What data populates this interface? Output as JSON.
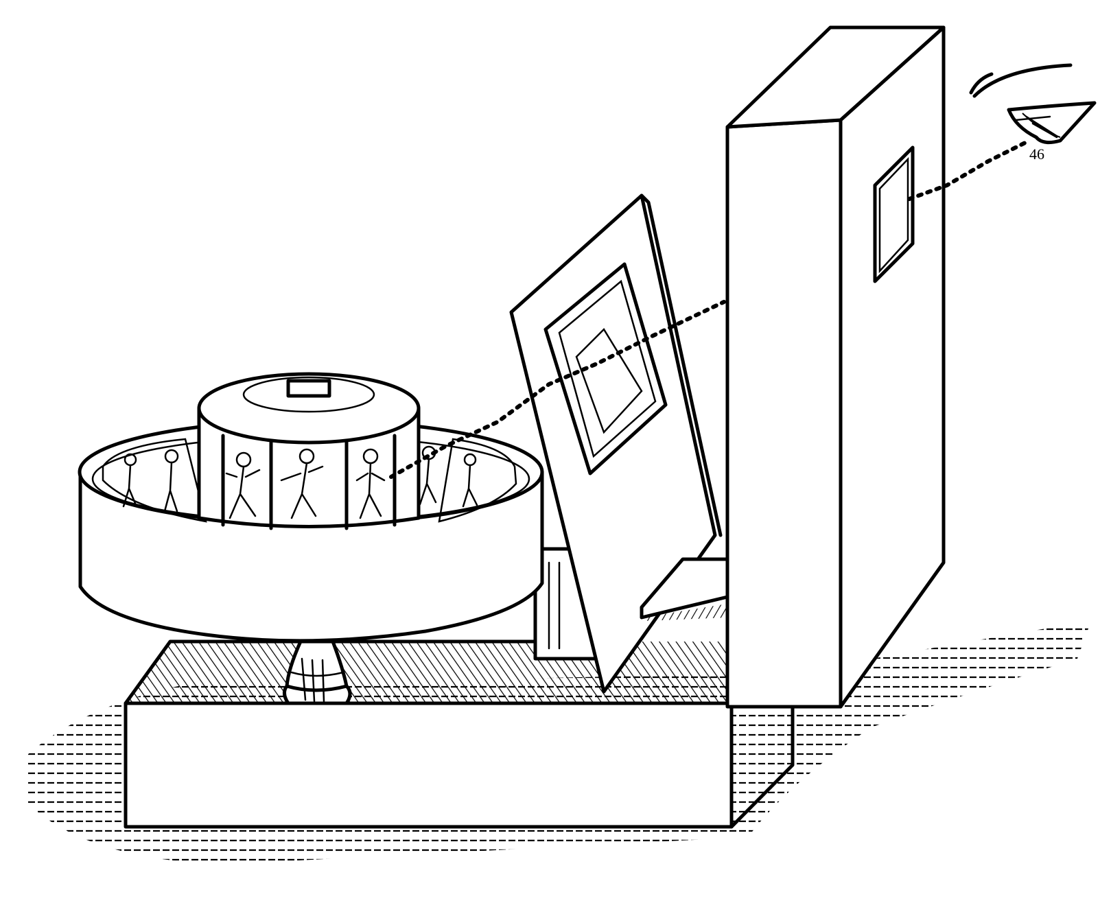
{
  "figure": {
    "colors": {
      "ink": "#000000",
      "paper": "#ffffff"
    },
    "plate_mark": "46",
    "elements": [
      "praxinoscope-drum",
      "mirror-prism",
      "inclined-picture-plate",
      "viewing-box",
      "eyepiece-window",
      "viewer-eye-icon",
      "line-of-sight",
      "base-box"
    ]
  }
}
